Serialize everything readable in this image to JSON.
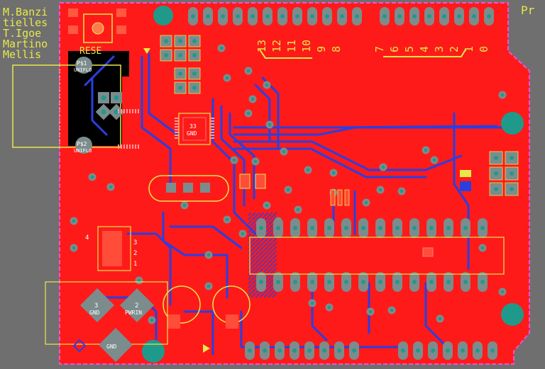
{
  "colors": {
    "background": "#6f6f6f",
    "board": "#ff1a1a",
    "bottom_trace": "#2a3fe0",
    "pad": "#7c8c8c",
    "hole": "#1f9a8a",
    "silk": "#e8e84a",
    "outline": "#ff4dd2",
    "mask": "#000000",
    "label": "#ffffff"
  },
  "silk_names": [
    "M.Banzi",
    "tielles",
    "T.Igoe",
    "Martino",
    "Mellis"
  ],
  "corner_text": "Pr",
  "reset_label": "RESE",
  "header_numbers_left": [
    "13",
    "12",
    "11",
    "10",
    "9",
    "8"
  ],
  "header_numbers_right": [
    "7",
    "6",
    "5",
    "4",
    "3",
    "2",
    "1",
    "0"
  ],
  "chip_label_1": "33",
  "chip_label_2": "GND",
  "ps_pads": [
    {
      "name": "P$1",
      "sub": "UNIFLO"
    },
    {
      "name": "P$2",
      "sub": "UNIFLO"
    }
  ],
  "reg_pins": [
    "3",
    "2",
    "1"
  ],
  "reg_tag": "4",
  "diamond_pads": [
    {
      "num": "3",
      "label": "GND"
    },
    {
      "num": "2",
      "label": "PWRIN"
    },
    {
      "num": "",
      "label": "GND"
    }
  ]
}
